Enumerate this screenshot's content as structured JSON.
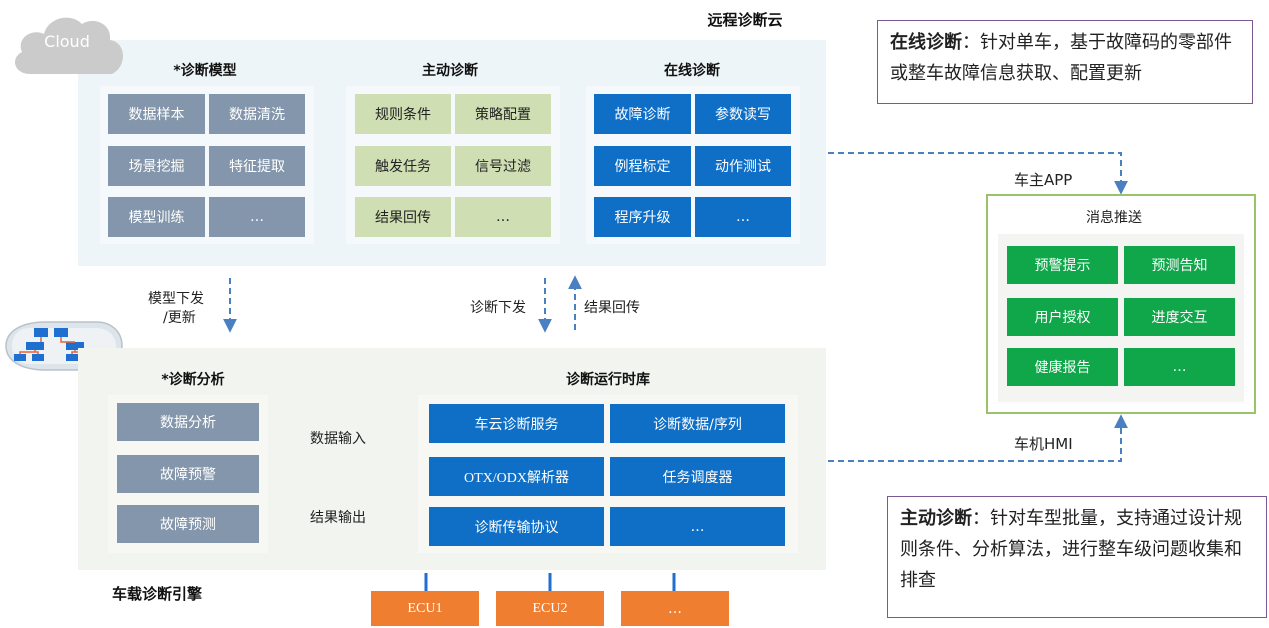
{
  "cloud": {
    "icon_label": "Cloud",
    "title": "远程诊断云"
  },
  "diag_model": {
    "title": "*诊断模型",
    "items": [
      "数据样本",
      "数据清洗",
      "场景挖掘",
      "特征提取",
      "模型训练",
      "…"
    ]
  },
  "active_diag": {
    "title": "主动诊断",
    "items": [
      "规则条件",
      "策略配置",
      "触发任务",
      "信号过滤",
      "结果回传",
      "…"
    ]
  },
  "online_diag": {
    "title": "在线诊断",
    "items": [
      "故障诊断",
      "参数读写",
      "例程标定",
      "动作测试",
      "程序升级",
      "…"
    ]
  },
  "links": {
    "model_down_1": "模型下发",
    "model_down_2": "/更新",
    "diag_down": "诊断下发",
    "result_back": "结果回传",
    "data_in": "数据输入",
    "result_out": "结果输出"
  },
  "diag_analysis": {
    "title": "*诊断分析",
    "items": [
      "数据分析",
      "故障预警",
      "故障预测"
    ]
  },
  "runtime": {
    "title": "诊断运行时库",
    "items": [
      "车云诊断服务",
      "诊断数据/序列",
      "OTX/ODX解析器",
      "任务调度器",
      "诊断传输协议",
      "…"
    ]
  },
  "vehicle_engine": {
    "title": "车载诊断引擎"
  },
  "ecus": [
    "ECU1",
    "ECU2",
    "…"
  ],
  "app": {
    "top_label": "车主APP",
    "bottom_label": "车机HMI",
    "panel_title": "消息推送",
    "items": [
      "预警提示",
      "预测告知",
      "用户授权",
      "进度交互",
      "健康报告",
      "…"
    ]
  },
  "note_online": {
    "bold": "在线诊断",
    "text": "：针对单车，基于故障码的零部件或整车故障信息获取、配置更新"
  },
  "note_active": {
    "bold": "主动诊断",
    "text": "：针对车型批量，支持通过设计规则条件、分析算法，进行整车级问题收集和排查"
  },
  "colors": {
    "gray_box": "#8496ab",
    "green_box": "#cfdfb3",
    "blue_box": "#0f6fc6",
    "app_green": "#10a64a",
    "ecu_orange": "#ef7e30",
    "arrow_red": "#c0504d",
    "dashed_blue": "#4a7fc1",
    "note_border": "#7a5a91"
  }
}
